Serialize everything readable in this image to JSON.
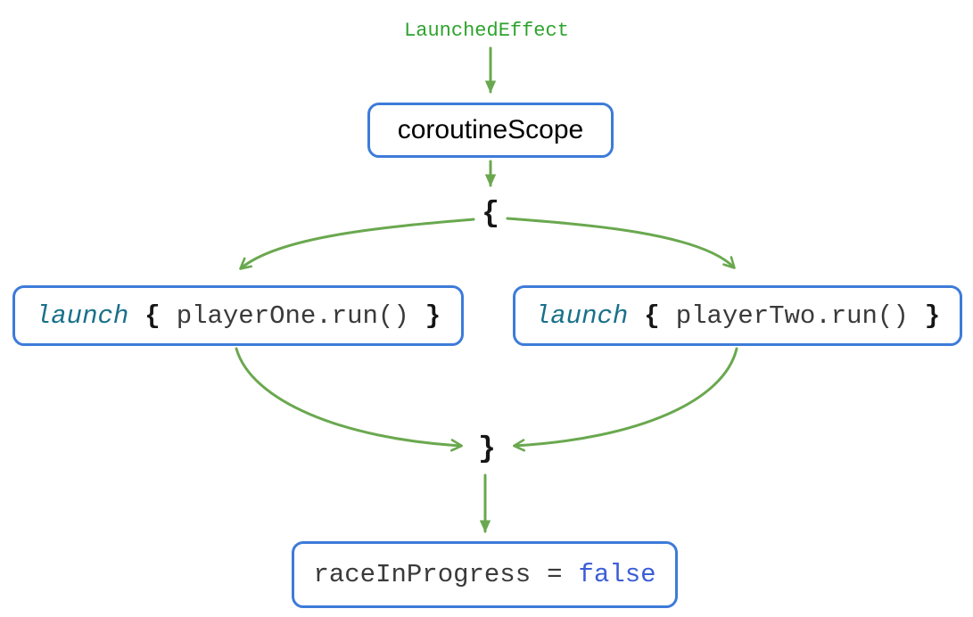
{
  "diagram": {
    "top_label": "LaunchedEffect",
    "scope_box": {
      "label": "coroutineScope"
    },
    "open_brace": "{",
    "close_brace": "}",
    "launch_boxes": [
      {
        "keyword": "launch",
        "open_brace": "{",
        "code": "playerOne.run()",
        "close_brace": "}"
      },
      {
        "keyword": "launch",
        "open_brace": "{",
        "code": "playerTwo.run()",
        "close_brace": "}"
      }
    ],
    "result_box": {
      "variable": "raceInProgress",
      "operator": "=",
      "value": "false"
    },
    "colors": {
      "arrow_green": "#6aa84f",
      "label_green": "#2da32d",
      "border_blue": "#3d7bd9",
      "keyword_teal": "#19708a",
      "value_blue": "#3b5ed6",
      "code_dark": "#3a3a3a",
      "brace_black": "#161616",
      "scope_text": "#000000",
      "background": "#ffffff"
    }
  }
}
